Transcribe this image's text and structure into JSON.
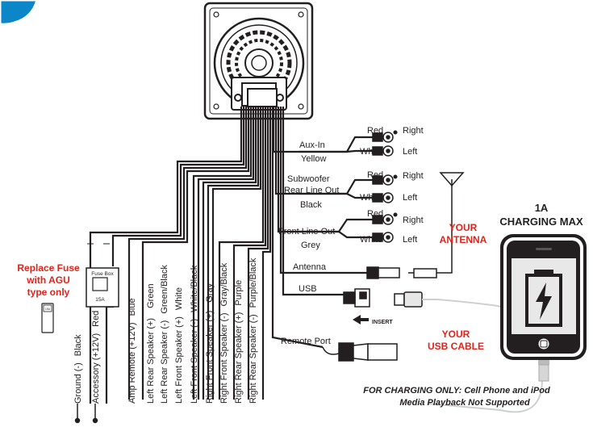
{
  "fuse": {
    "title_lines": [
      "Replace Fuse",
      "with AGU",
      "type only"
    ],
    "box_label": "Fuse Box",
    "rating": "15A"
  },
  "bottom_wires": [
    {
      "label": "Ground (-)",
      "color": "Black"
    },
    {
      "label": "Accessory (+12V)",
      "color": "Red"
    },
    {
      "label": "Amp Remote (+12V)",
      "color": "Blue"
    },
    {
      "label": "Left Rear Speaker (+)",
      "color": "Green"
    },
    {
      "label": "Left Rear Speaker (-)",
      "color": "Green/Black"
    },
    {
      "label": "Left Front Speaker (+)",
      "color": "White"
    },
    {
      "label": "Left Front Speaker (-)",
      "color": "White/Black"
    },
    {
      "label": "Right Front Speaker (+)",
      "color": "Gray"
    },
    {
      "label": "Right Front Speaker (-)",
      "color": "Gray/Black"
    },
    {
      "label": "Right Rear Speaker (+)",
      "color": "Purple"
    },
    {
      "label": "Right Rear Speaker (-)",
      "color": "Purple/Black"
    }
  ],
  "right_connections": {
    "aux_in": {
      "name": "Aux-In",
      "wire": "Yellow",
      "plug_red": "Red",
      "plug_white": "White",
      "right": "Right",
      "left": "Left"
    },
    "subwoofer": {
      "name_lines": [
        "Subwoofer",
        "Rear Line Out"
      ],
      "wire": "Black",
      "plug_red": "Red",
      "plug_white": "White",
      "right": "Right",
      "left": "Left"
    },
    "front_line_out": {
      "name": "Front Line Out",
      "wire": "Grey",
      "plug_red": "Red",
      "plug_white": "White",
      "right": "Right",
      "left": "Left"
    },
    "antenna": "Antenna",
    "usb": "USB",
    "insert": "INSERT",
    "remote_port": "Remote Port"
  },
  "callouts": {
    "your_antenna": [
      "YOUR",
      "ANTENNA"
    ],
    "your_usb_cable": [
      "YOUR",
      "USB CABLE"
    ],
    "charging": [
      "1A",
      "CHARGING MAX"
    ],
    "note_lines": [
      "FOR CHARGING ONLY: Cell Phone and iPod",
      "Media Playback Not Supported"
    ]
  },
  "colors": {
    "accent_red": "#e2231a",
    "line": "#231f20"
  }
}
